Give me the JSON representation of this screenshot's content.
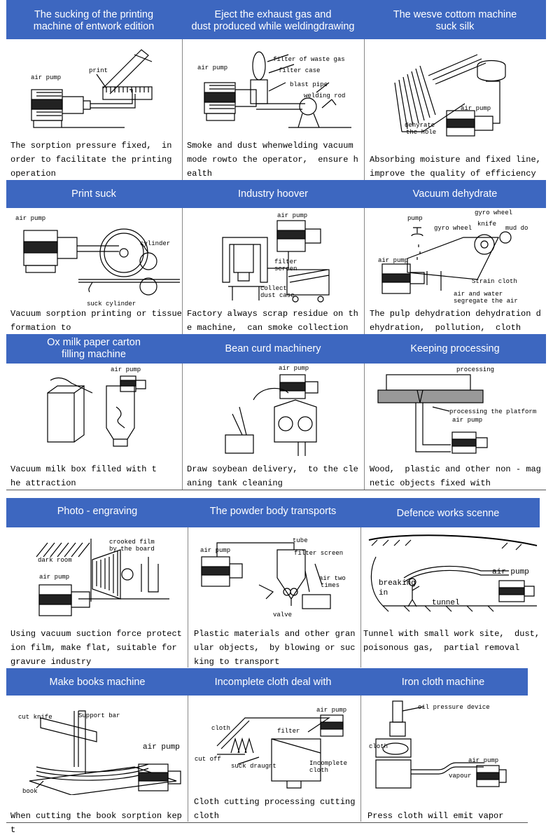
{
  "colors": {
    "header_band": "#3d67c0",
    "header_text": "#ffffff",
    "line_art": "#000000"
  },
  "rows": [
    {
      "cells": [
        {
          "title": "The sucking of the printing\nmachine of entwork edition",
          "caption": "The sorption pressure fixed,  in order to facilitate the printing operation",
          "labels": [
            "air pump",
            "print"
          ]
        },
        {
          "title": "Eject the exhaust gas and\ndust produced while weldingdrawing",
          "caption": "Smoke and dust whenwelding vacuum mode rowto the operator,  ensure health",
          "labels": [
            "air pump",
            "filter of waste gas",
            "filter case",
            "blast pipe",
            "welding rod"
          ]
        },
        {
          "title": "The wesve cottom machine\nsuck silk",
          "caption": "Absorbing moisture and fixed line, improve the quality of efficiency",
          "labels": [
            "air pump",
            "dehyrate",
            "the hole"
          ]
        }
      ]
    },
    {
      "cells": [
        {
          "title": "Print   suck",
          "caption": "Vacuum sorption printing or tissue formation to",
          "labels": [
            "air pump",
            "cylinder",
            "suck cylinder"
          ]
        },
        {
          "title": "Industry    hoover",
          "caption": "Factory always scrap residue on the machine,  can smoke collection",
          "labels": [
            "air pump",
            "filter",
            "screen",
            "collect",
            "dust case"
          ]
        },
        {
          "title": "Vacuum dehydrate",
          "caption": "The pulp dehydration dehydration dehydration,  pollution,  cloth",
          "labels": [
            "pump",
            "gyro wheel",
            "gyro wheel",
            "knife",
            "mud do",
            "air pump",
            "Strain cloth",
            "air and water",
            "segregate the air"
          ]
        }
      ]
    },
    {
      "cells": [
        {
          "title": "Ox   milk paper carton\nfilling machine",
          "caption": "Vacuum milk box filled with the attraction",
          "labels": [
            "air pump"
          ]
        },
        {
          "title": "Bean curd machinery",
          "caption": "Draw soybean delivery,  to the cleaning tank cleaning",
          "labels": [
            "air pump"
          ]
        },
        {
          "title": "Keeping processing",
          "caption": "Wood,  plastic and other non - magnetic objects fixed with",
          "labels": [
            "processing",
            "processing the platform",
            "air pump"
          ]
        }
      ]
    },
    {
      "cells": [
        {
          "title": "Photo - engraving",
          "caption": "Using vacuum suction force protection film, make flat, suitable for gravure industry",
          "labels": [
            "crooked film",
            "by the board",
            "dark room",
            "air pump"
          ]
        },
        {
          "title": "The powder body  transports",
          "caption": "Plastic materials and other granular objects,  by blowing or sucking to transport",
          "labels": [
            "tube",
            "air pump",
            "filter screen",
            "air two",
            "times",
            "valve"
          ]
        },
        {
          "title": "Defence works scenne",
          "caption": "Tunnel with small work site,  dust, poisonous gas,  partial removal",
          "labels": [
            "air pump",
            "breaking",
            "in",
            "tunnel"
          ]
        }
      ]
    },
    {
      "cells": [
        {
          "title": "Make books machine",
          "caption": "When cutting the book sorption kept",
          "labels": [
            "cut knife",
            "Support bar",
            "air pump",
            "book"
          ]
        },
        {
          "title": "Incomplete cloth deal with",
          "caption": "Cloth cutting processing cutting  cloth",
          "labels": [
            "air pump",
            "cloth",
            "filter",
            "cut off",
            "suck draugnt",
            "Incomplete",
            "cloth"
          ]
        },
        {
          "title": "Iron cloth machine",
          "caption": "Press cloth will emit vapor",
          "labels": [
            "oil pressure device",
            "cloth",
            "air pump",
            "vapour"
          ]
        }
      ]
    }
  ]
}
